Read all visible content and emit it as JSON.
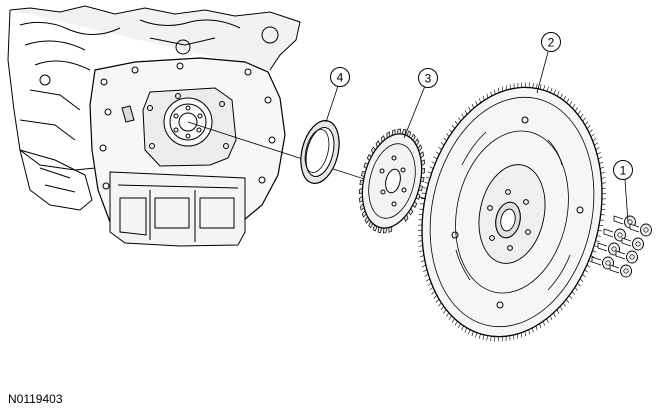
{
  "diagram": {
    "figure_id": "N0119403",
    "callouts": [
      {
        "number": "1",
        "part": "bolts"
      },
      {
        "number": "2",
        "part": "flexplate"
      },
      {
        "number": "3",
        "part": "reluctor-ring"
      },
      {
        "number": "4",
        "part": "crankshaft-rear-seal"
      }
    ]
  }
}
